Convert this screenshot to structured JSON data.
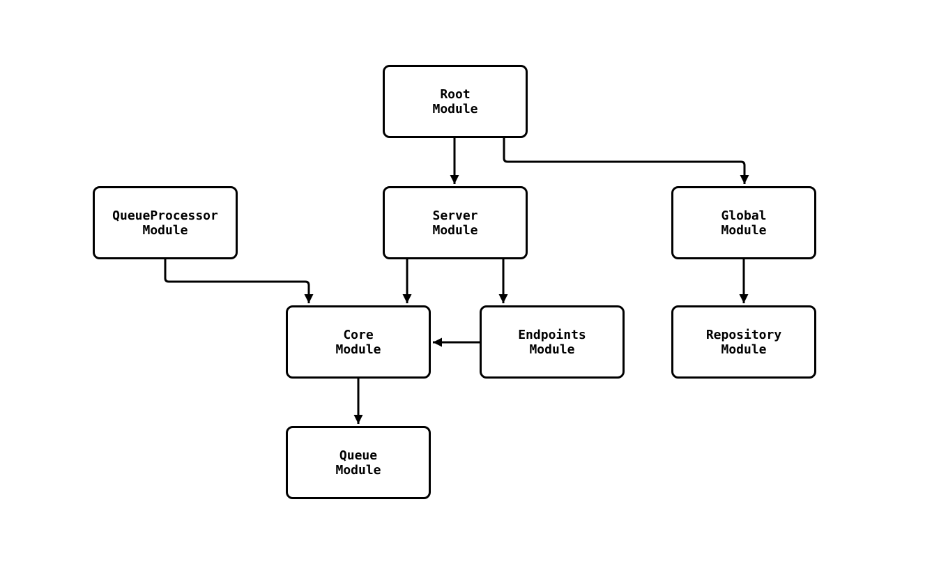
{
  "diagram": {
    "colors": {
      "background": "#ffffff",
      "node_fill": "#ffffff",
      "node_border": "#000000",
      "edge": "#000000",
      "text": "#000000"
    },
    "nodes": [
      {
        "id": "root",
        "label": "Root\nModule"
      },
      {
        "id": "queueprocessor",
        "label": "QueueProcessor\nModule"
      },
      {
        "id": "server",
        "label": "Server\nModule"
      },
      {
        "id": "global",
        "label": "Global\nModule"
      },
      {
        "id": "core",
        "label": "Core\nModule"
      },
      {
        "id": "endpoints",
        "label": "Endpoints\nModule"
      },
      {
        "id": "repository",
        "label": "Repository\nModule"
      },
      {
        "id": "queue",
        "label": "Queue\nModule"
      }
    ],
    "edges": [
      {
        "from": "Root Module",
        "to": "Server Module"
      },
      {
        "from": "Root Module",
        "to": "Global Module"
      },
      {
        "from": "QueueProcessor Module",
        "to": "Core Module"
      },
      {
        "from": "Server Module",
        "to": "Core Module"
      },
      {
        "from": "Server Module",
        "to": "Endpoints Module"
      },
      {
        "from": "Endpoints Module",
        "to": "Core Module"
      },
      {
        "from": "Global Module",
        "to": "Repository Module"
      },
      {
        "from": "Core Module",
        "to": "Queue Module"
      }
    ]
  }
}
